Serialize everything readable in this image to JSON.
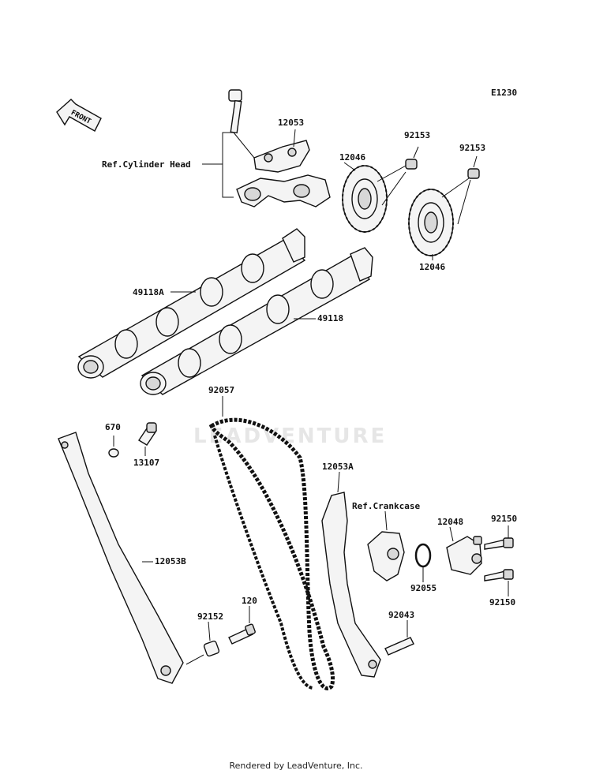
{
  "diagram_code": "E1230",
  "front_label": "FRONT",
  "watermark_text": "LEADVENTURE",
  "footer_text": "Rendered by LeadVenture, Inc.",
  "labels": {
    "p12053": "12053",
    "ref_cyl_head": "Ref.Cylinder Head",
    "p12046_top": "12046",
    "p92153_a": "92153",
    "p92153_b": "92153",
    "p12046_bot": "12046",
    "p49118A": "49118A",
    "p49118": "49118",
    "p92057": "92057",
    "p670": "670",
    "p13107": "13107",
    "p12053A": "12053A",
    "ref_crankcase": "Ref.Crankcase",
    "p12048": "12048",
    "p92150_a": "92150",
    "p92150_b": "92150",
    "p92055": "92055",
    "p12053B": "12053B",
    "p120": "120",
    "p92152": "92152",
    "p92043": "92043"
  }
}
